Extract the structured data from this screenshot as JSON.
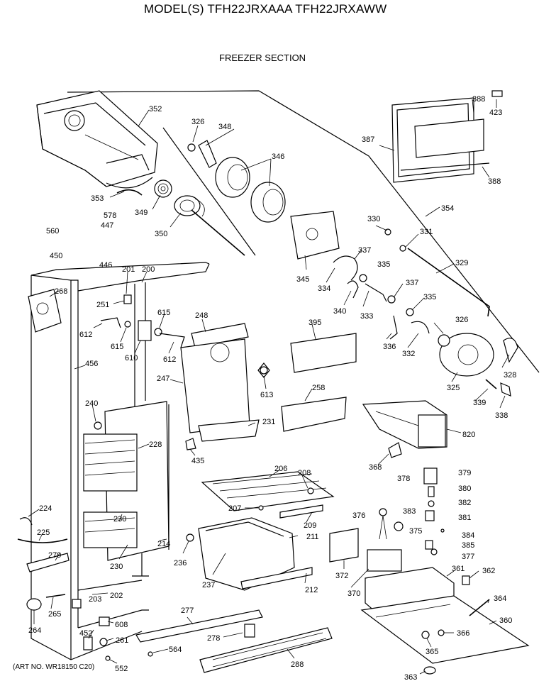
{
  "header": {
    "model_title": "MODEL(S) TFH22JRXAAA  TFH22JRXAWW",
    "section_title": "FREEZER SECTION"
  },
  "footer": {
    "art_no": "(ART NO. WR18150 C20)"
  },
  "callouts": [
    "352",
    "326",
    "348",
    "346",
    "388",
    "423",
    "387",
    "388",
    "353",
    "349",
    "350",
    "578",
    "447",
    "560",
    "450",
    "446",
    "354",
    "330",
    "331",
    "337",
    "335",
    "329",
    "345",
    "334",
    "340",
    "333",
    "337",
    "335",
    "326",
    "201",
    "200",
    "268",
    "251",
    "615",
    "248",
    "612",
    "615",
    "610",
    "612",
    "395",
    "336",
    "332",
    "325",
    "328",
    "456",
    "247",
    "613",
    "258",
    "339",
    "338",
    "240",
    "228",
    "231",
    "820",
    "435",
    "368",
    "206",
    "208",
    "378",
    "379",
    "380",
    "382",
    "224",
    "230",
    "207",
    "209",
    "376",
    "383",
    "381",
    "225",
    "214",
    "236",
    "211",
    "375",
    "384",
    "385",
    "377",
    "279",
    "230",
    "237",
    "372",
    "361",
    "362",
    "212",
    "370",
    "364",
    "202",
    "203",
    "265",
    "264",
    "608",
    "277",
    "360",
    "366",
    "452",
    "261",
    "278",
    "564",
    "365",
    "552",
    "288",
    "363"
  ]
}
